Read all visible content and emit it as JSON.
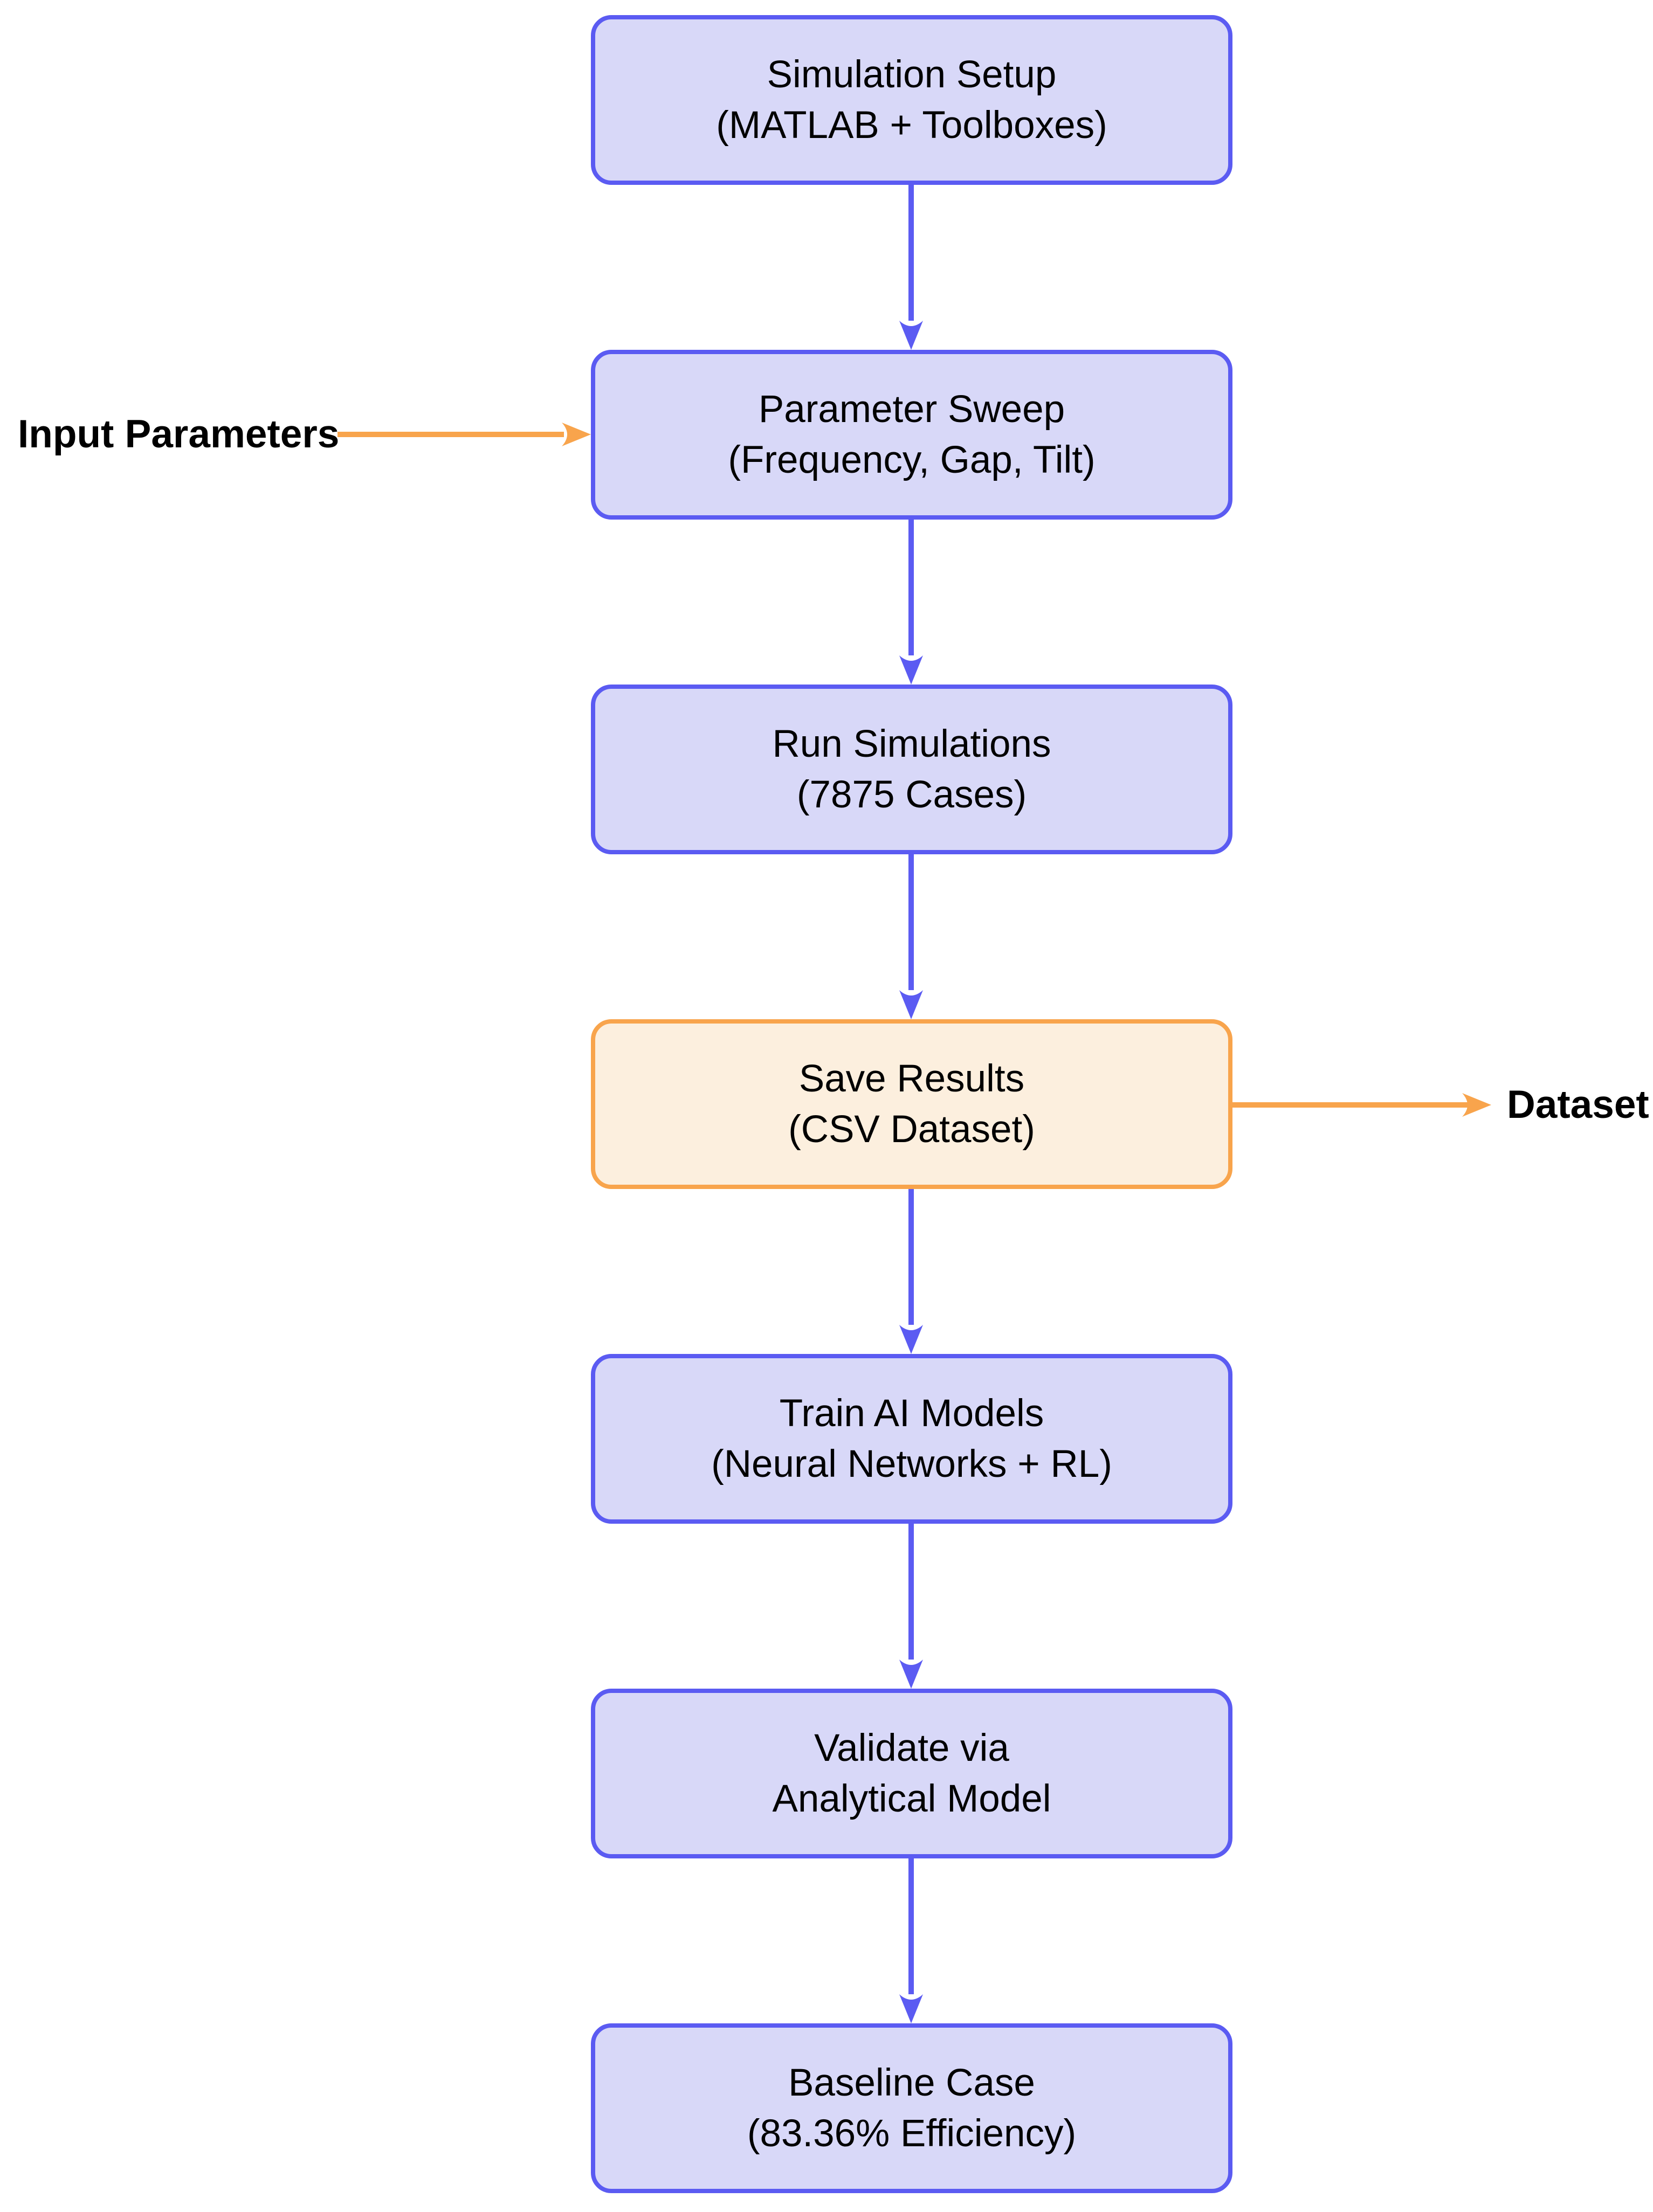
{
  "colors": {
    "node_fill": "#d8d8f8",
    "node_border": "#5b5bf2",
    "arrow_blue": "#5b5bf2",
    "highlight_fill": "#fcefde",
    "highlight_border": "#f8a44c",
    "arrow_orange": "#f8a44c",
    "text": "#000000",
    "background": "#ffffff"
  },
  "flowchart": {
    "nodes": [
      {
        "id": "simulation-setup",
        "line1": "Simulation Setup",
        "line2": "(MATLAB + Toolboxes)",
        "style": "blue"
      },
      {
        "id": "parameter-sweep",
        "line1": "Parameter Sweep",
        "line2": "(Frequency, Gap, Tilt)",
        "style": "blue"
      },
      {
        "id": "run-simulations",
        "line1": "Run Simulations",
        "line2": "(7875 Cases)",
        "style": "blue"
      },
      {
        "id": "save-results",
        "line1": "Save Results",
        "line2": "(CSV Dataset)",
        "style": "orange-highlight"
      },
      {
        "id": "train-ai-models",
        "line1": "Train AI Models",
        "line2": "(Neural Networks + RL)",
        "style": "blue"
      },
      {
        "id": "validate",
        "line1": "Validate via",
        "line2": "Analytical Model",
        "style": "blue"
      },
      {
        "id": "baseline-case",
        "line1": "Baseline Case",
        "line2": "(83.36% Efficiency)",
        "style": "blue"
      }
    ],
    "edges": [
      {
        "from": "simulation-setup",
        "to": "parameter-sweep",
        "color": "blue"
      },
      {
        "from": "parameter-sweep",
        "to": "run-simulations",
        "color": "blue"
      },
      {
        "from": "run-simulations",
        "to": "save-results",
        "color": "blue"
      },
      {
        "from": "save-results",
        "to": "train-ai-models",
        "color": "blue"
      },
      {
        "from": "train-ai-models",
        "to": "validate",
        "color": "blue"
      },
      {
        "from": "validate",
        "to": "baseline-case",
        "color": "blue"
      },
      {
        "from": "input-parameters-label",
        "to": "parameter-sweep",
        "color": "orange"
      },
      {
        "from": "save-results",
        "to": "dataset-label",
        "color": "orange"
      }
    ],
    "side_labels": [
      {
        "id": "input-parameters",
        "text": "Input Parameters",
        "side": "left"
      },
      {
        "id": "dataset",
        "text": "Dataset",
        "side": "right"
      }
    ]
  }
}
